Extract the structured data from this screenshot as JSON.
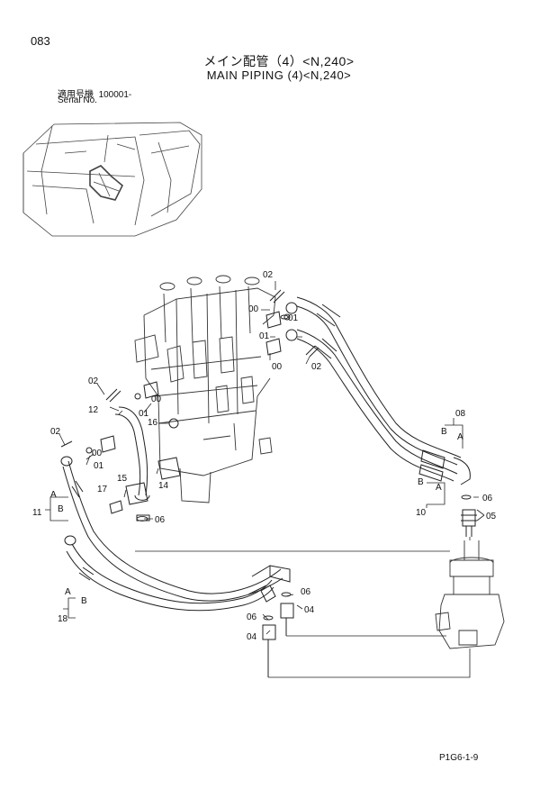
{
  "header": {
    "page_number": "083",
    "title_jp": "メイン配管（4）<N,240>",
    "title_en": "MAIN PIPING (4)<N,240>",
    "serial_label_jp": "適用号機",
    "serial_value": "100001-",
    "serial_label_en": "Serial No."
  },
  "callouts": {
    "c02a": "02",
    "c00a": "00",
    "c01a": "01",
    "c01b": "01",
    "c00b": "00",
    "c02b": "02",
    "c02c": "02",
    "c12": "12",
    "c01c": "01",
    "c16": "16",
    "c00c": "00",
    "c02d": "02",
    "c01d": "01",
    "c00d": "00",
    "c15": "15",
    "c17": "17",
    "c14": "14",
    "c06a": "06",
    "c11": "11",
    "c11A": "A",
    "c11B": "B",
    "c18": "18",
    "c18A": "A",
    "c18B": "B",
    "c08": "08",
    "c08A": "A",
    "c08B": "B",
    "c10": "10",
    "c10A": "A",
    "c10B": "B",
    "c06b": "06",
    "c05": "05",
    "c06c": "06",
    "c04a": "04",
    "c06d": "06",
    "c04b": "04"
  },
  "footer": {
    "code": "P1G6-1-9"
  }
}
